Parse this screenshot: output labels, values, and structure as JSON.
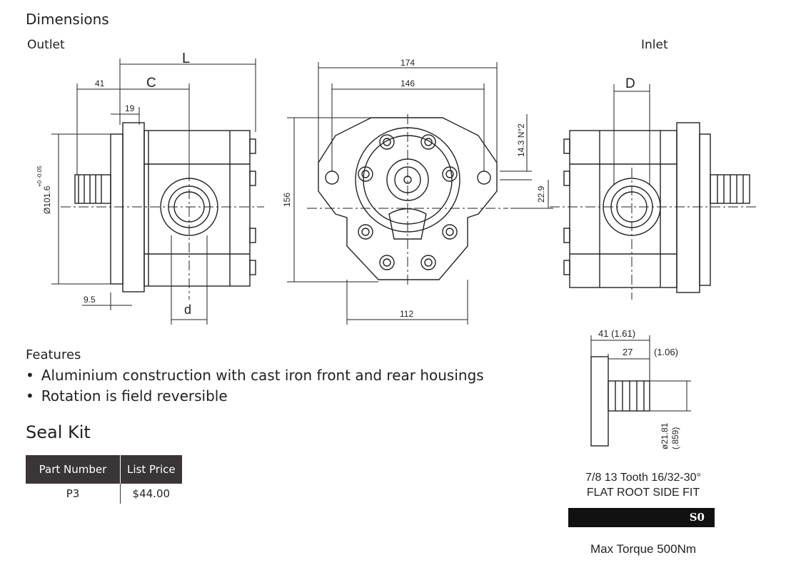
{
  "headings": {
    "dimensions": "Dimensions",
    "outlet": "Outlet",
    "inlet": "Inlet"
  },
  "drawing": {
    "side_view": {
      "dim_L": "L",
      "dim_C": "C",
      "dim_41": "41",
      "dim_19": "19",
      "dim_diameter": "Ø101.6",
      "dim_tolerance": "+0 -0.05",
      "dim_9_5": "9.5",
      "dim_d": "d"
    },
    "front_view": {
      "dim_174": "174",
      "dim_146": "146",
      "dim_156": "156",
      "dim_14_3": "14.3 N°2",
      "dim_22_9": "22.9",
      "dim_112": "112"
    },
    "inlet_view": {
      "dim_D": "D"
    },
    "spline": {
      "dim_41": "41 (1.61)",
      "dim_27": "27",
      "dim_27_in": "(1.06)",
      "dim_dia": "ø21.81",
      "dim_dia_in": "(.859)"
    }
  },
  "features": {
    "title": "Features",
    "items": [
      "Aluminium construction with cast iron front and rear housings",
      "Rotation is field reversible"
    ]
  },
  "seal_kit": {
    "title": "Seal Kit",
    "columns": [
      "Part Number",
      "List Price"
    ],
    "rows": [
      [
        "P3",
        "$44.00"
      ]
    ]
  },
  "spline_spec": {
    "line1": "7/8 13 Tooth 16/32-30°",
    "line2": "FLAT ROOT SIDE FIT",
    "code": "S0",
    "max_torque": "Max Torque 500Nm"
  }
}
